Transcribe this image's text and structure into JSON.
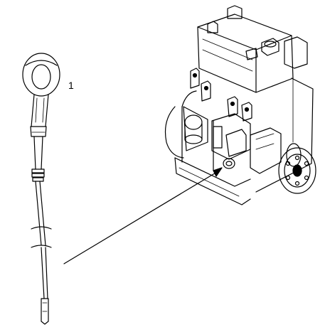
{
  "diagram": {
    "callouts": [
      {
        "id": "1",
        "label": "1",
        "target": "dipstick"
      }
    ],
    "components": [
      "dipstick",
      "engine",
      "dipstick-tube-opening",
      "leader-line"
    ],
    "line_color": "#000000",
    "background": "#ffffff"
  }
}
